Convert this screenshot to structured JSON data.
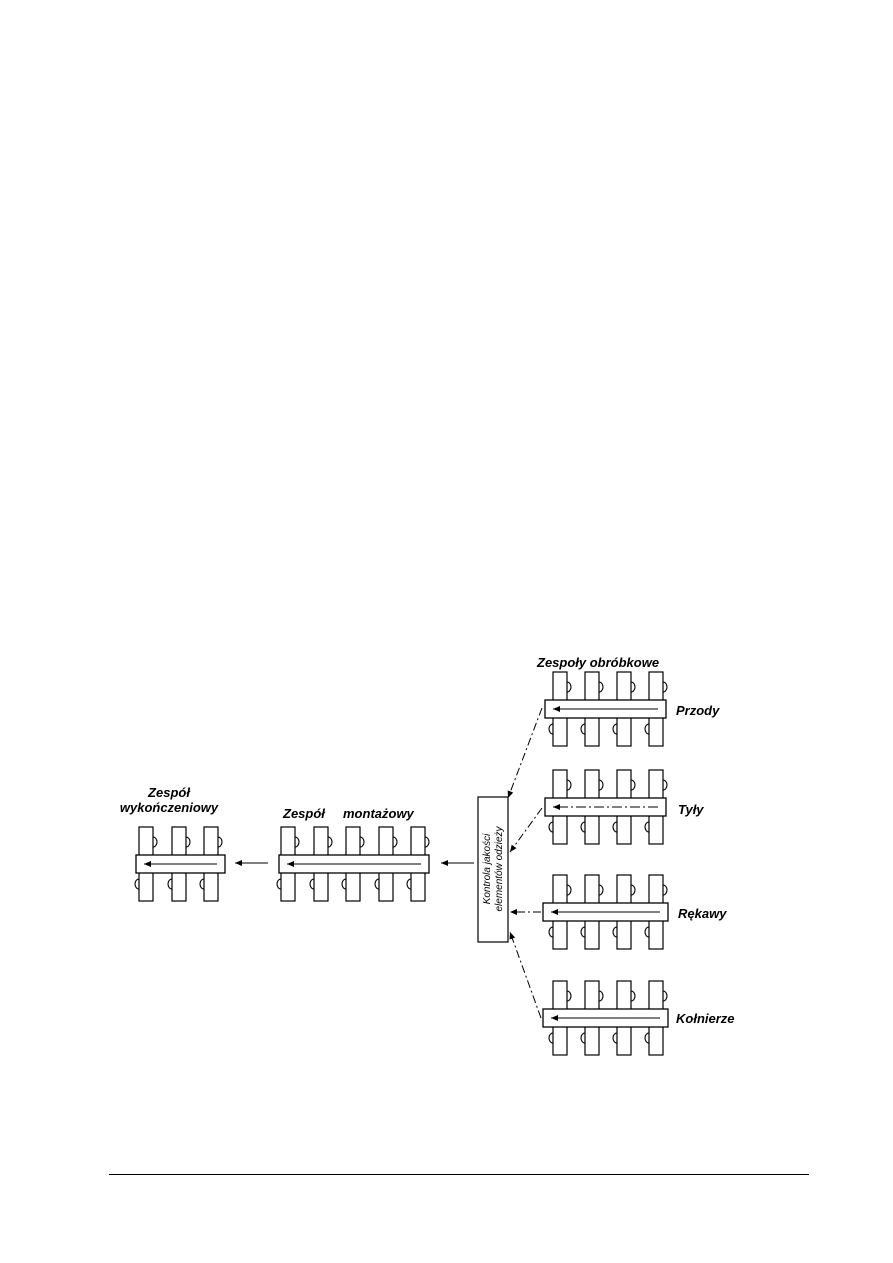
{
  "labels": {
    "processing_title": "Zespoły obróbkowe",
    "finishing_line1": "Zespół",
    "finishing_line2": "wykończeniowy",
    "assembly_line1": "Zespół",
    "assembly_line2": "montażowy",
    "qc_line1": "Kontrola jakości",
    "qc_line2": "elementów odzieży",
    "fronts": "Przody",
    "backs": "Tyły",
    "sleeves": "Rękawy",
    "collars": "Kołnierze"
  },
  "colors": {
    "ink": "#000000",
    "paper": "#ffffff"
  }
}
